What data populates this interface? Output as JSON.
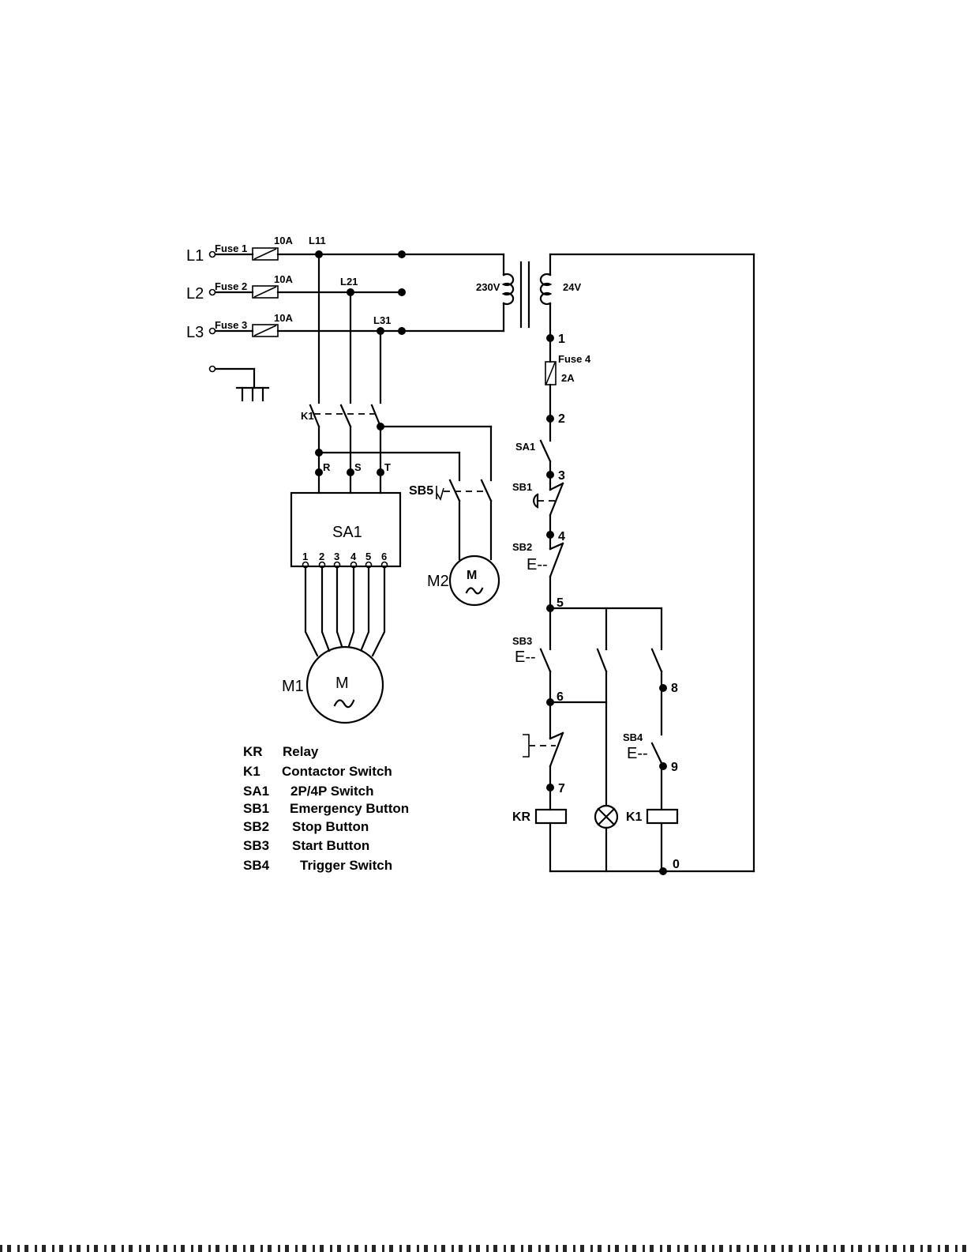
{
  "supply": {
    "phases": [
      "L1",
      "L2",
      "L3"
    ],
    "fuses": [
      "Fuse 1",
      "Fuse 2",
      "Fuse 3"
    ],
    "fuse_ratings": [
      "10A",
      "10A",
      "10A"
    ],
    "branch_labels": [
      "L11",
      "L21",
      "L31"
    ]
  },
  "transformer": {
    "primary": "230V",
    "secondary": "24V"
  },
  "control_fuse": {
    "name": "Fuse 4",
    "rating": "2A"
  },
  "power": {
    "contactor": "K1",
    "terminals": [
      "R",
      "S",
      "T"
    ],
    "switch_box": "SA1",
    "switch_terminals": [
      "1",
      "2",
      "3",
      "4",
      "5",
      "6"
    ],
    "motor1": "M1",
    "motor2": "M2",
    "motor_symbol": "M",
    "sb5": "SB5"
  },
  "control": {
    "nodes": [
      "1",
      "2",
      "3",
      "4",
      "5",
      "6",
      "7",
      "8",
      "9",
      "0"
    ],
    "sa1": "SA1",
    "sb1": "SB1",
    "sb2": "SB2",
    "sb3": "SB3",
    "sb4": "SB4",
    "e_mark": "E--",
    "kr": "KR",
    "k1": "K1"
  },
  "legend": [
    {
      "code": "KR",
      "desc": "Relay"
    },
    {
      "code": "K1",
      "desc": "Contactor Switch"
    },
    {
      "code": "SA1",
      "desc": "2P/4P  Switch"
    },
    {
      "code": "SB1",
      "desc": "Emergency Button"
    },
    {
      "code": "SB2",
      "desc": "Stop Button"
    },
    {
      "code": "SB3",
      "desc": "Start Button"
    },
    {
      "code": "SB4",
      "desc": "Trigger  Switch"
    }
  ]
}
